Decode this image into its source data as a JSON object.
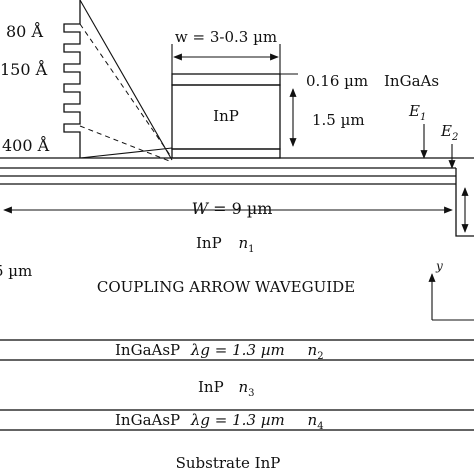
{
  "labels": {
    "well_80": "80 Å",
    "well_150": "150 Å",
    "well_400": "400 Å",
    "width_w": "w = 3-0.3 µm",
    "ingaas_thickness": "0.16 µm",
    "ingaas_material": "InGaAs",
    "inp_top": "InP",
    "inp_thickness": "1.5 µm",
    "e1_letter": "E",
    "e1_sub": "1",
    "e2_letter": "E",
    "e2_sub": "2",
    "width_W": "W = 9 µm",
    "n1_material": "InP",
    "n1_letter": "n",
    "n1_sub": "1",
    "side_thickness": "5 µm",
    "title": "COUPLING ARROW WAVEGUIDE",
    "axis_y": "y",
    "layer2_material": "InGaAsP",
    "layer2_lambda": "λg = 1.3 µm",
    "layer2_letter": "n",
    "layer2_sub": "2",
    "layer3_material": "InP",
    "layer3_letter": "n",
    "layer3_sub": "3",
    "layer4_material": "InGaAsP",
    "layer4_lambda": "λg = 1.3 µm",
    "layer4_letter": "n",
    "layer4_sub": "4",
    "substrate": "Substrate InP"
  }
}
